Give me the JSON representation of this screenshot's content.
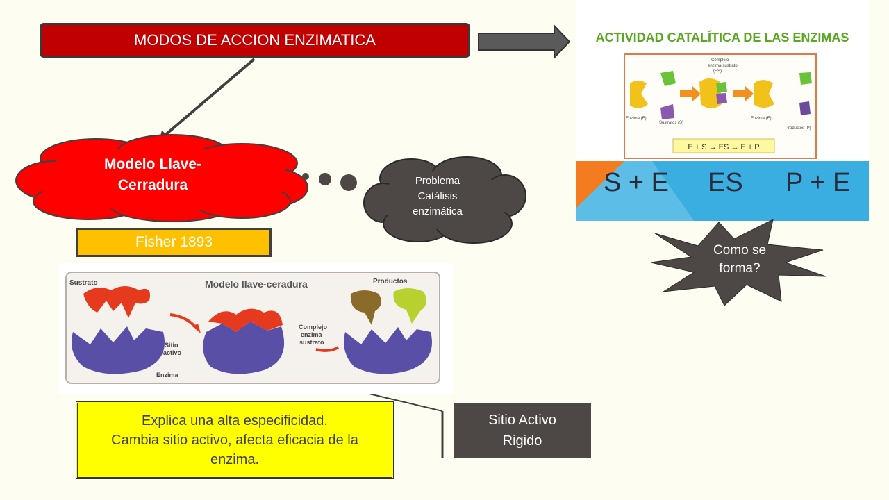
{
  "title": "MODOS DE ACCION ENZIMATICA",
  "cloud_main": [
    "Modelo Llave-",
    "Cerradura"
  ],
  "cloud_small": [
    "Problema",
    "Catálisis",
    "enzimática"
  ],
  "fisher": "Fisher 1893",
  "explain": [
    "Explica una alta especificidad.",
    "Cambia sitio activo, afecta eficacia de la",
    "enzima."
  ],
  "sitio": [
    "Sitio Activo",
    "Rigido"
  ],
  "star": [
    "Como se",
    "forma?"
  ],
  "figure": {
    "title": "Modelo llave-ceradura",
    "sustrato": "Sustrato",
    "sitio": [
      "Sitio",
      "activo"
    ],
    "enzima": "Enzima",
    "complejo": [
      "Complejo",
      "enzima",
      "sustrato"
    ],
    "productos": "Productos"
  },
  "catalytic": {
    "title": "ACTIVIDAD CATALÍTICA DE LAS ENZIMAS",
    "complejo": [
      "Complejo",
      "enzima-sustrato",
      "(ES)"
    ],
    "enzima1": "Enzima (E)",
    "sustratos": "Sustratos (S)",
    "enzima2": "Enzima (E)",
    "productos": "Productos (P)",
    "equation": "E + S → ES → E + P",
    "banner": [
      "S + E",
      "ES",
      "P + E"
    ]
  },
  "colors": {
    "title_red": "#c00000",
    "fisher_orange": "#ffc000",
    "explain_yellow": "#ffff00",
    "cloud_red": "#ff0000",
    "dark_gray": "#4d4845",
    "banner_blue": "#3aaee0",
    "banner_orange": "#f47b20"
  }
}
